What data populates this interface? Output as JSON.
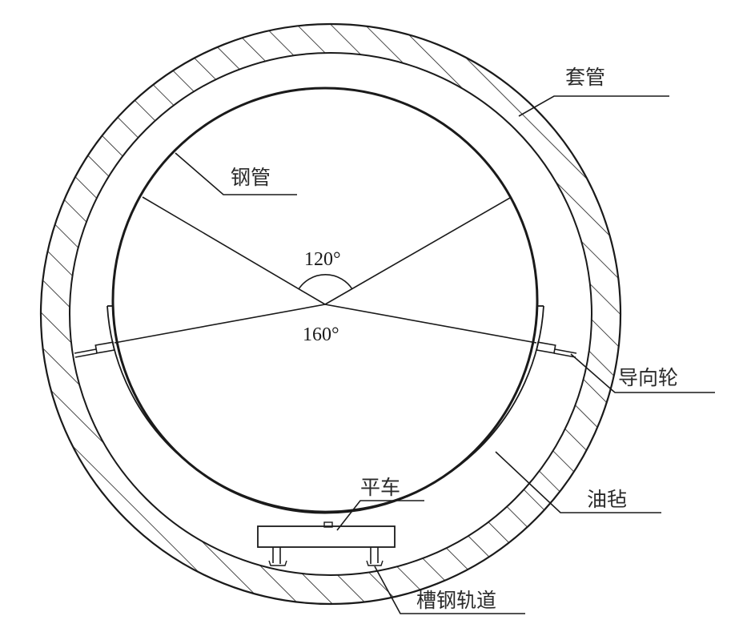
{
  "diagram": {
    "type": "cross-section",
    "colors": {
      "line": "#1a1a1a",
      "text": "#2a2a2a",
      "background": "#ffffff"
    },
    "labels": {
      "casing": "套管",
      "steel_pipe": "钢管",
      "guide_wheel": "导向轮",
      "oil_felt": "油毡",
      "flat_car": "平车",
      "channel_rail": "槽钢轨道"
    },
    "angles": {
      "upper": "120°",
      "lower": "160°"
    },
    "components": [
      {
        "id": "casing",
        "label": "套管",
        "shape": "hatched annulus"
      },
      {
        "id": "steel_pipe",
        "label": "钢管",
        "shape": "circle"
      },
      {
        "id": "guide_wheel",
        "label": "导向轮",
        "shape": "strut pair at 160°"
      },
      {
        "id": "oil_felt",
        "label": "油毡",
        "shape": "arc liner"
      },
      {
        "id": "flat_car",
        "label": "平车",
        "shape": "rectangle"
      },
      {
        "id": "channel_rail",
        "label": "槽钢轨道",
        "shape": "rail supports"
      }
    ]
  }
}
